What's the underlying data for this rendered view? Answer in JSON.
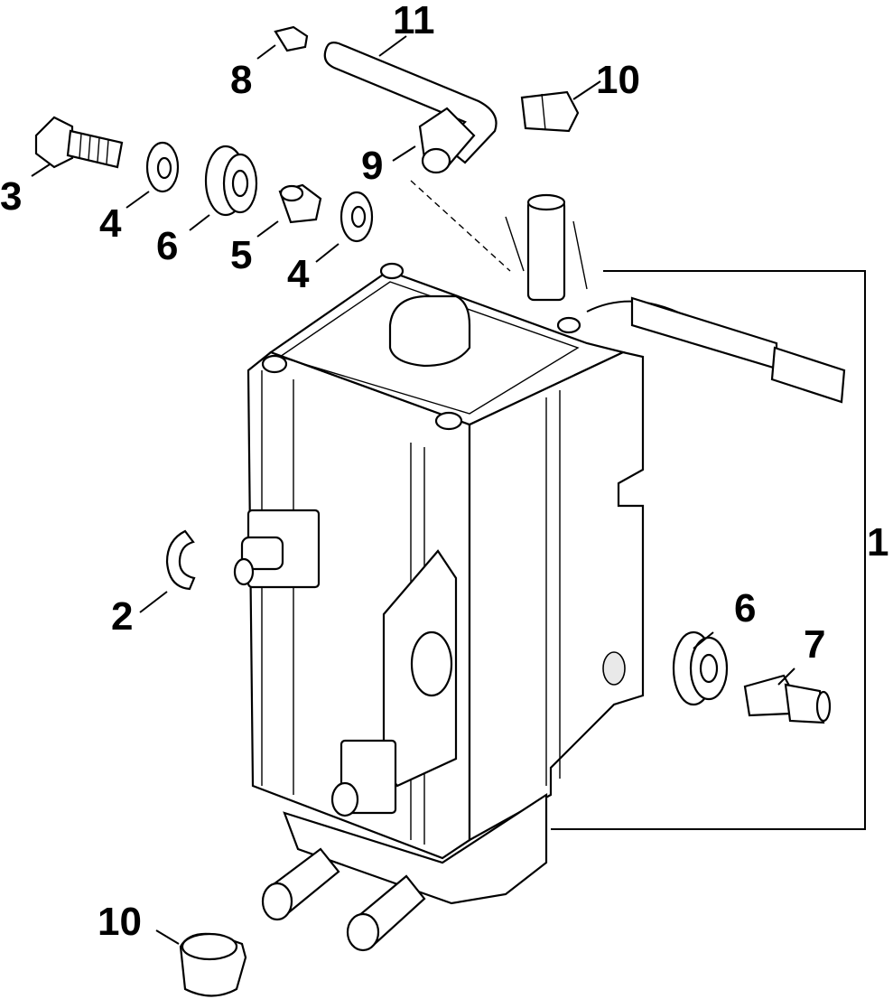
{
  "diagram": {
    "callouts": [
      {
        "id": "c1",
        "label": "1"
      },
      {
        "id": "c2",
        "label": "2"
      },
      {
        "id": "c3",
        "label": "3"
      },
      {
        "id": "c4a",
        "label": "4"
      },
      {
        "id": "c4b",
        "label": "4"
      },
      {
        "id": "c5",
        "label": "5"
      },
      {
        "id": "c6a",
        "label": "6"
      },
      {
        "id": "c6b",
        "label": "6"
      },
      {
        "id": "c7",
        "label": "7"
      },
      {
        "id": "c8",
        "label": "8"
      },
      {
        "id": "c9",
        "label": "9"
      },
      {
        "id": "c10a",
        "label": "10"
      },
      {
        "id": "c10b",
        "label": "10"
      },
      {
        "id": "c11",
        "label": "11"
      }
    ]
  }
}
